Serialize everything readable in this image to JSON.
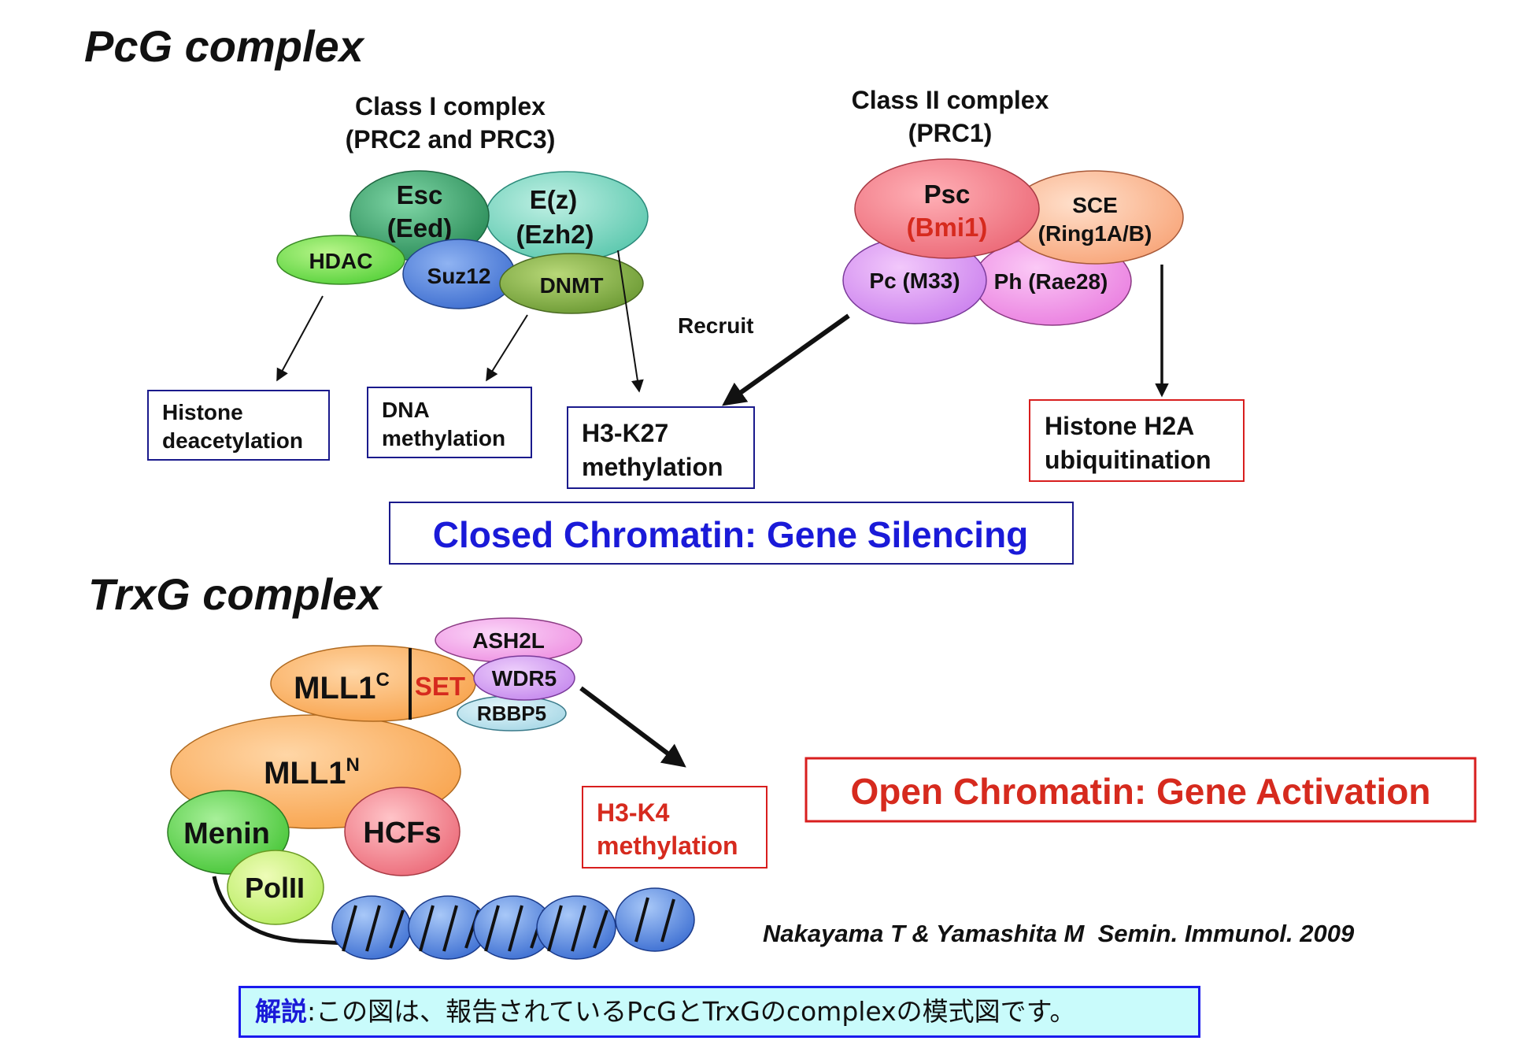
{
  "pcg": {
    "title": "PcG complex",
    "class1": {
      "title_line1": "Class I complex",
      "title_line2": "(PRC2 and PRC3)",
      "proteins": {
        "esc_line1": "Esc",
        "esc_line2": "(Eed)",
        "ezh_line1": "E(z)",
        "ezh_line2": "(Ezh2)",
        "hdac": "HDAC",
        "suz12": "Suz12",
        "dnmt": "DNMT"
      }
    },
    "class2": {
      "title_line1": "Class II complex",
      "title_line2": "(PRC1)",
      "proteins": {
        "psc_line1": "Psc",
        "psc_line2": "(Bmi1)",
        "sce_line1": "SCE",
        "sce_line2": "(Ring1A/B)",
        "pc": "Pc (M33)",
        "ph": "Ph (Rae28)"
      }
    },
    "recruit_label": "Recruit",
    "outcomes": {
      "histone_deacetylation": [
        "Histone",
        "deacetylation"
      ],
      "dna_methylation": [
        "DNA",
        "methylation"
      ],
      "h3k27_methylation": [
        "H3-K27",
        "methylation"
      ],
      "h2a_ubiquitination": [
        "Histone H2A",
        "ubiquitination"
      ]
    },
    "result": "Closed Chromatin: Gene Silencing"
  },
  "trxg": {
    "title": "TrxG complex",
    "proteins": {
      "mll1c": "MLL1",
      "mll1c_sup": "C",
      "set": "SET",
      "ash2l": "ASH2L",
      "wdr5": "WDR5",
      "rbbp5": "RBBP5",
      "mll1n": "MLL1",
      "mll1n_sup": "N",
      "menin": "Menin",
      "hcfs": "HCFs",
      "polii": "PolII"
    },
    "outcome": [
      "H3-K4",
      "methylation"
    ],
    "result": "Open Chromatin: Gene Activation"
  },
  "citation": "Nakayama T & Yamashita M  Semin. Immunol. 2009",
  "footer": {
    "lead": "解説",
    "text": ":この図は、報告されているPcGとTrxGのcomplexの模式図です。"
  },
  "colors": {
    "blue_text": "#1a1ad8",
    "red_text": "#d62a1e",
    "box_blue": "#1a1a8c",
    "box_red": "#d81e1e",
    "footer_bg": "#c9fbfb"
  }
}
